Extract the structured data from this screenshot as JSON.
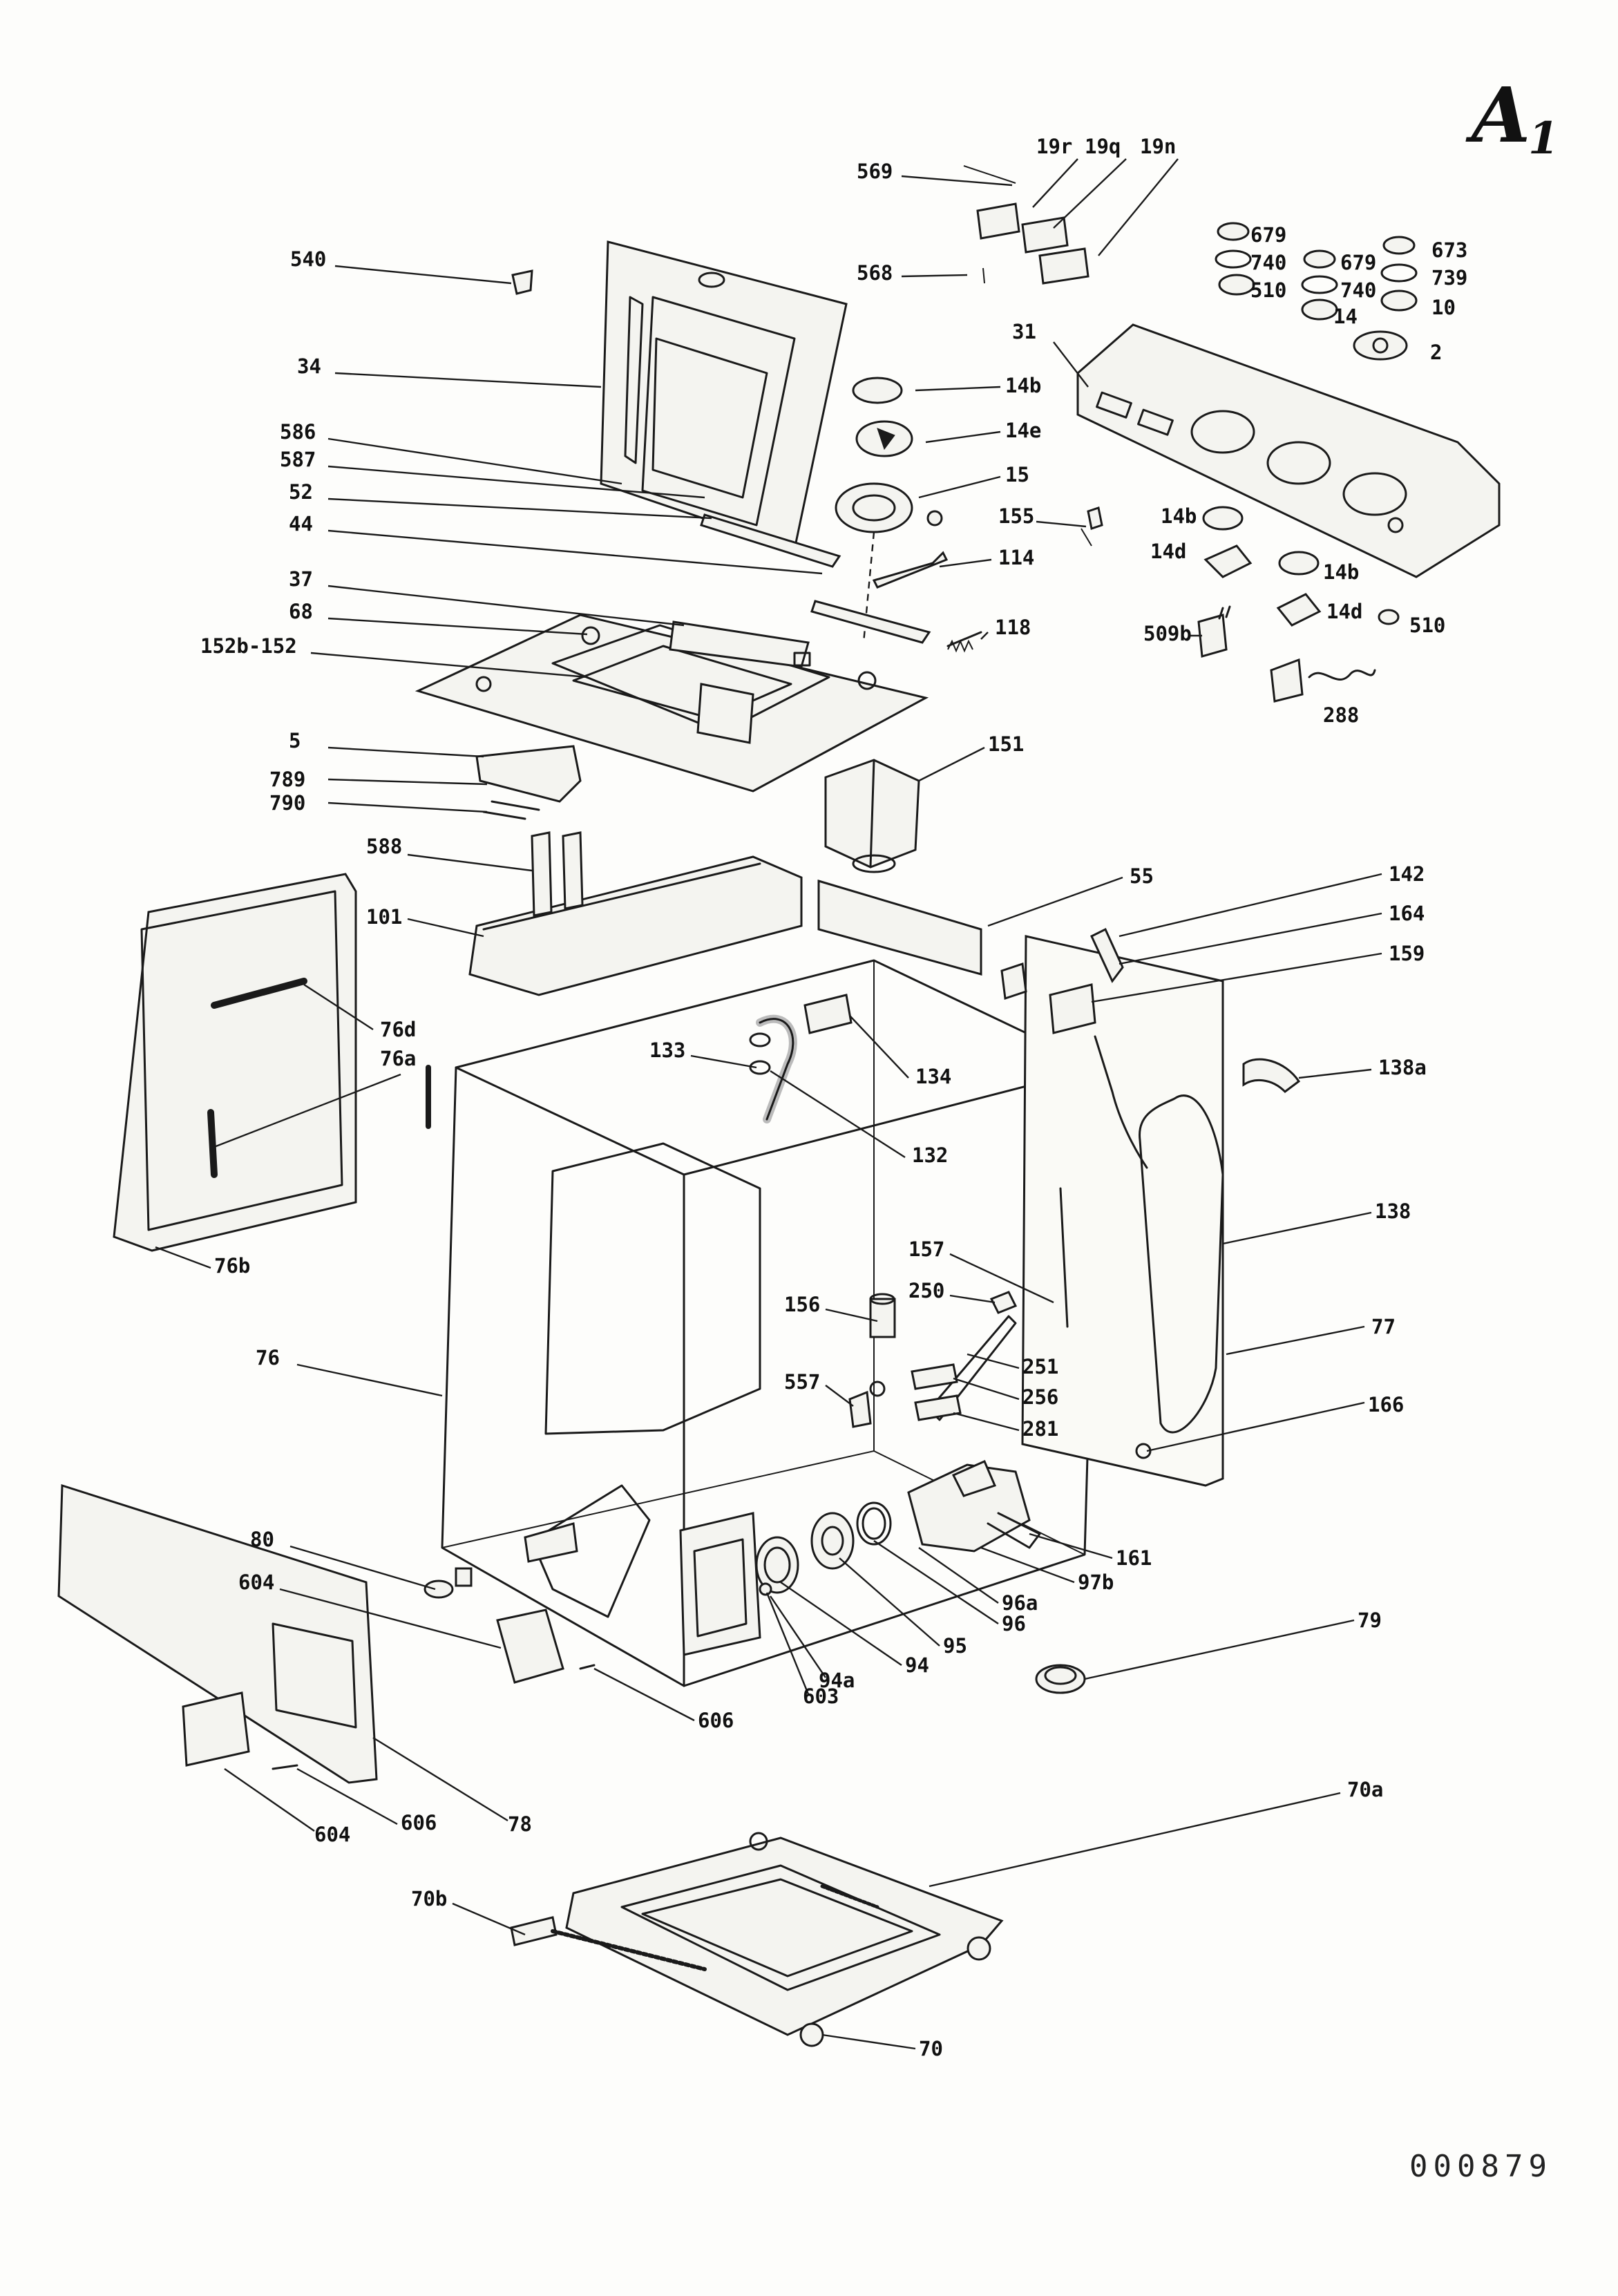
{
  "sheet": {
    "id": "A",
    "id_sub": "1",
    "drawing_number": "000879"
  },
  "callouts": [
    "569",
    "19r",
    "19q",
    "19n",
    "540",
    "568",
    "679",
    "740",
    "510",
    "679",
    "740",
    "14",
    "673",
    "739",
    "10",
    "2",
    "31",
    "34",
    "14b",
    "586",
    "14e",
    "587",
    "15",
    "52",
    "44",
    "155",
    "14b",
    "14d",
    "114",
    "37",
    "14b",
    "68",
    "118",
    "509b",
    "14d",
    "510",
    "152b-152",
    "288",
    "5",
    "151",
    "789",
    "790",
    "588",
    "55",
    "142",
    "101",
    "164",
    "159",
    "76d",
    "76a",
    "133",
    "134",
    "138a",
    "132",
    "138",
    "76b",
    "157",
    "156",
    "250",
    "77",
    "76",
    "251",
    "256",
    "557",
    "281",
    "166",
    "80",
    "161",
    "97b",
    "604",
    "96a",
    "79",
    "96",
    "95",
    "94",
    "94a",
    "603",
    "606",
    "606",
    "78",
    "604",
    "70a",
    "70b",
    "70"
  ]
}
